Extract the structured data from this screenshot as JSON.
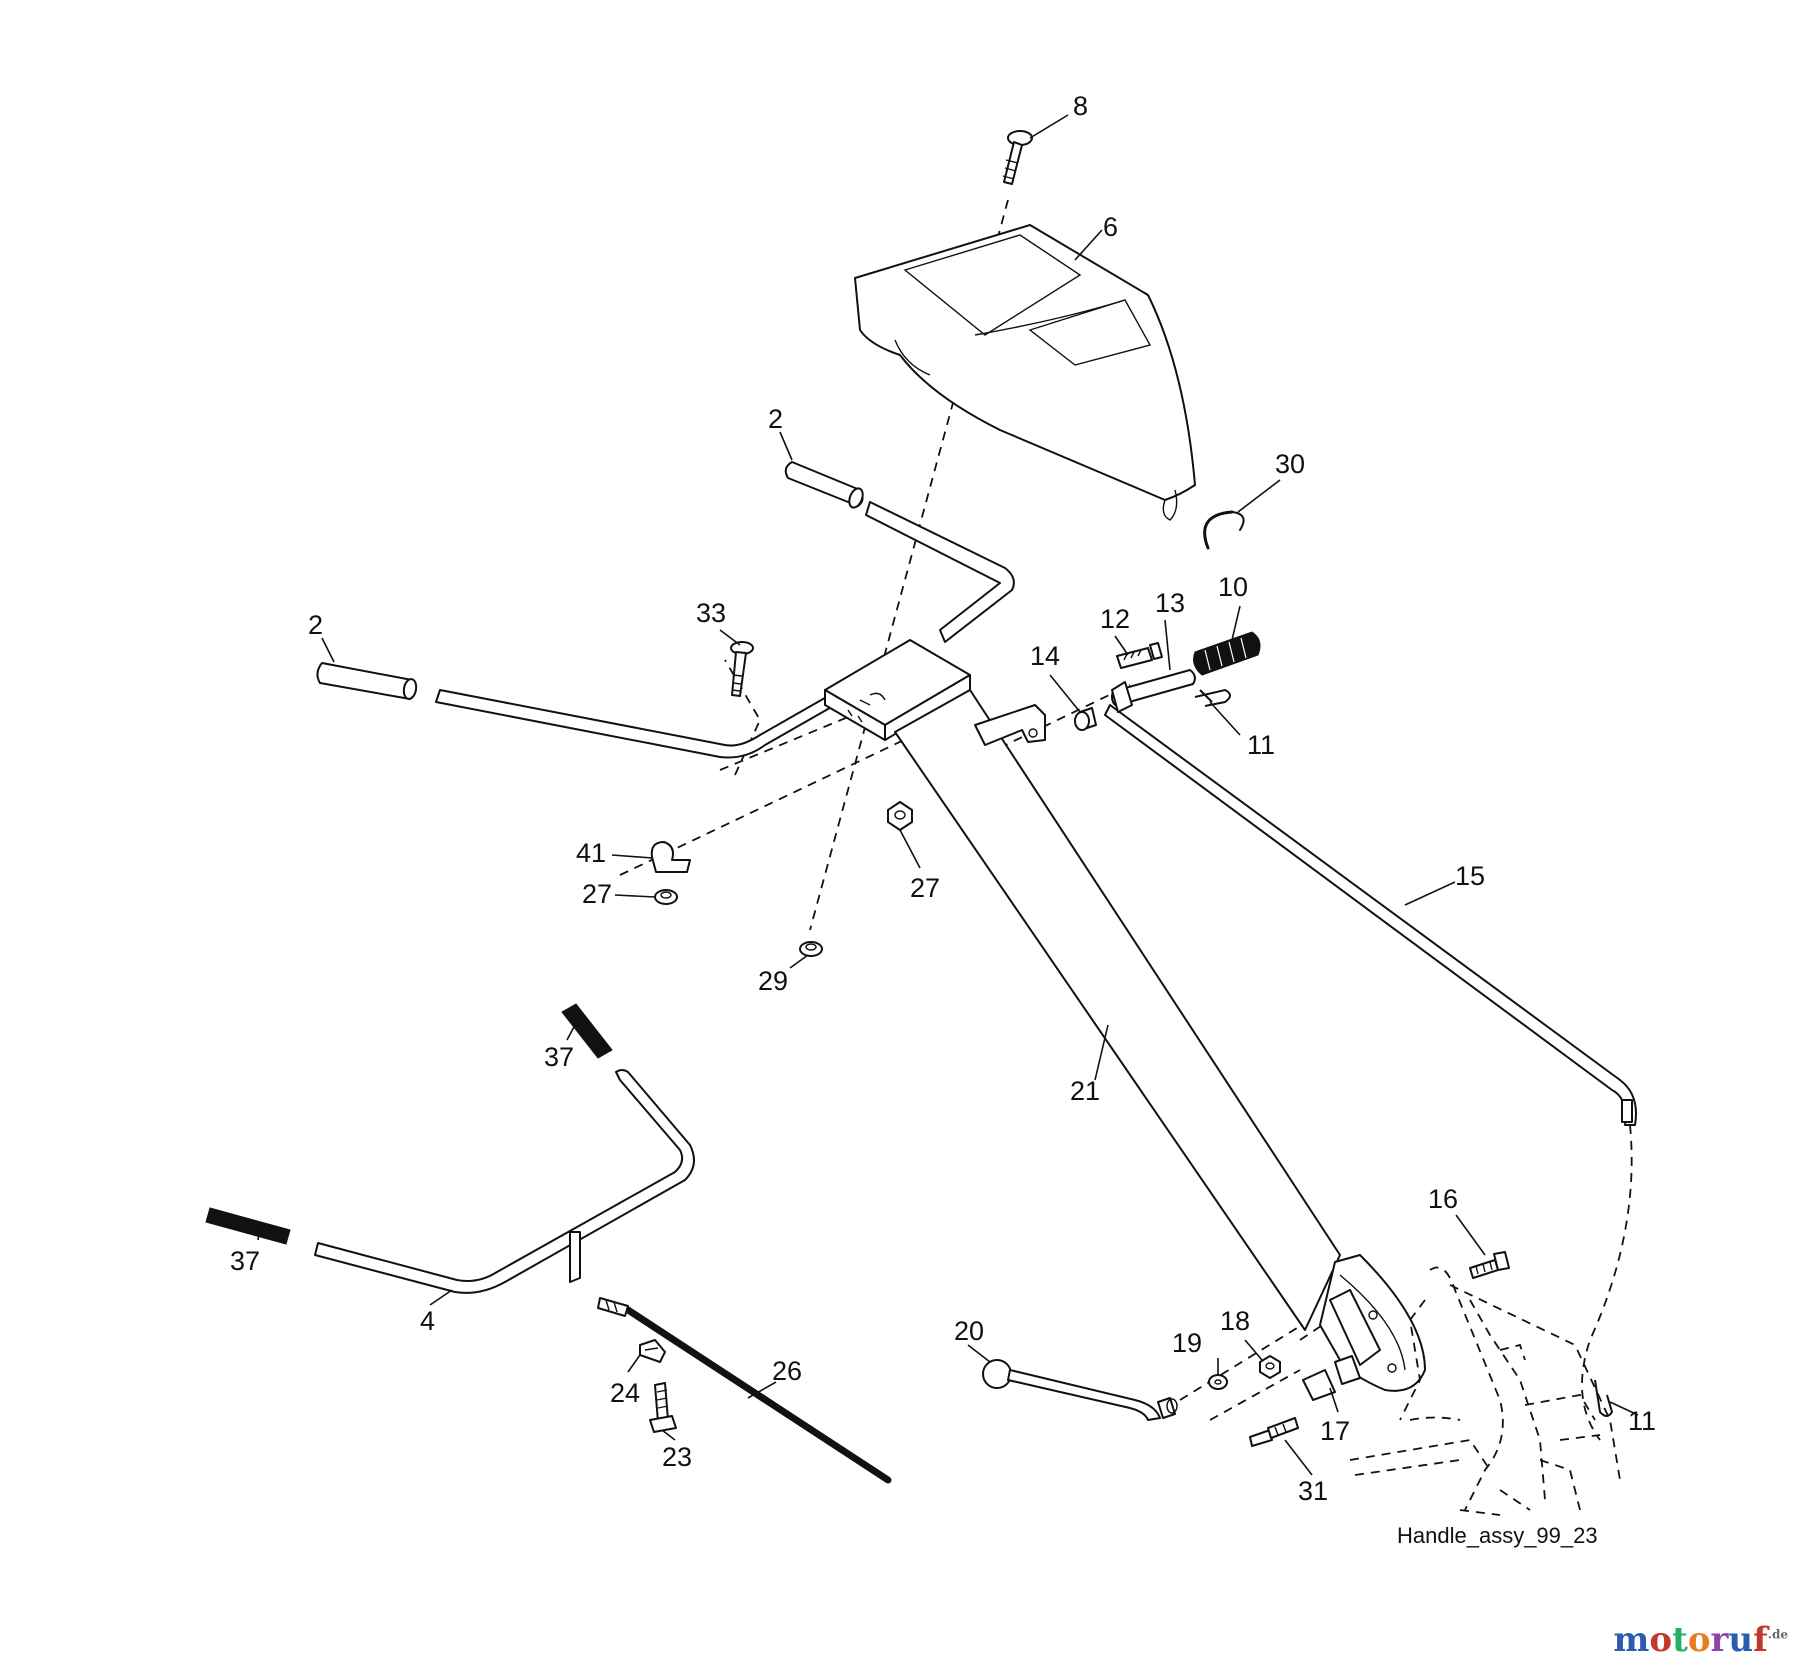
{
  "callouts": [
    "8",
    "6",
    "2",
    "30",
    "2",
    "33",
    "12",
    "13",
    "10",
    "14",
    "11",
    "41",
    "27",
    "27",
    "15",
    "29",
    "37",
    "21",
    "37",
    "16",
    "4",
    "20",
    "19",
    "18",
    "26",
    "24",
    "17",
    "11",
    "23",
    "31"
  ],
  "reference_label": "Handle_assy_99_23",
  "watermark": {
    "parts": [
      "m",
      "o",
      "t",
      "o",
      "r",
      "u",
      "f"
    ],
    "suffix": ".de"
  }
}
